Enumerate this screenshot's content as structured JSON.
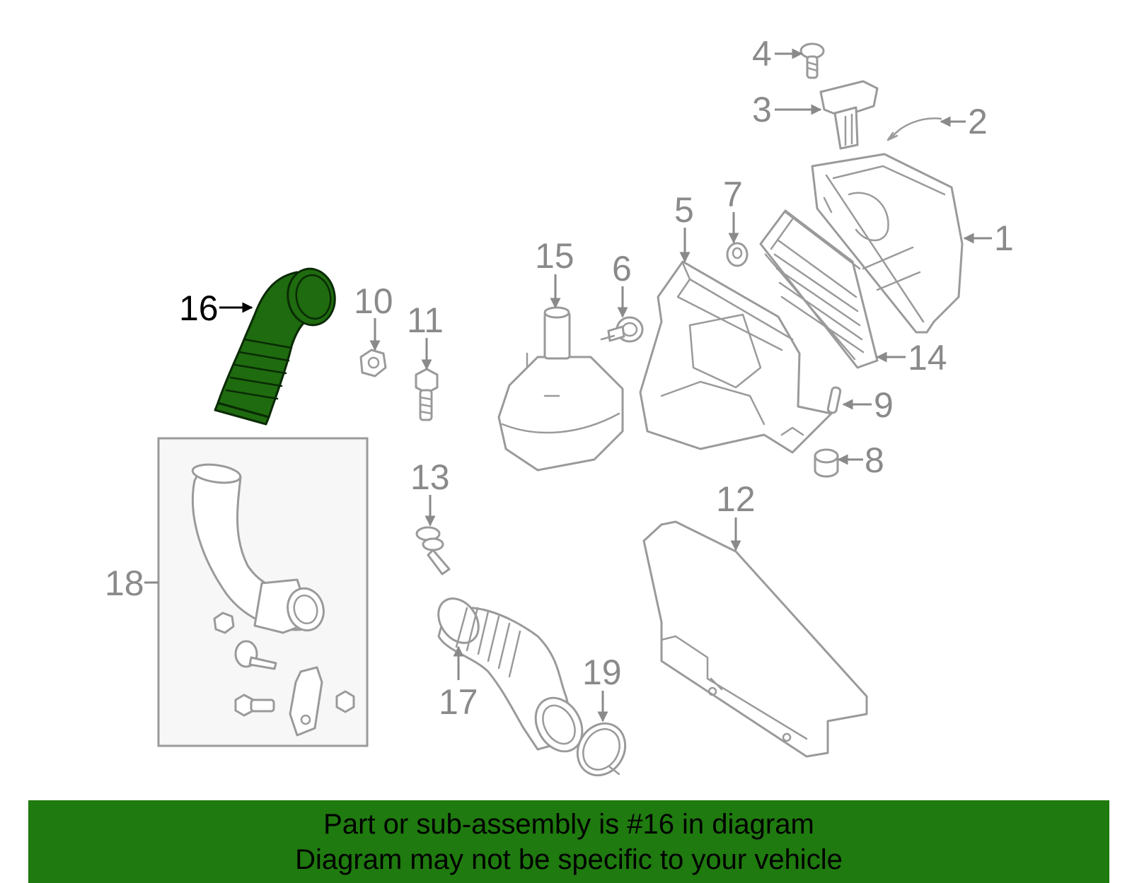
{
  "diagram": {
    "callouts": [
      "1",
      "2",
      "3",
      "4",
      "5",
      "6",
      "7",
      "8",
      "9",
      "10",
      "11",
      "12",
      "13",
      "14",
      "15",
      "16",
      "17",
      "18",
      "19"
    ],
    "highlighted_callout": "16",
    "colors": {
      "highlight_fill": "#1f6b0f",
      "part_stroke": "#9a9a9a",
      "banner": "#1f7a0f"
    }
  },
  "banner": {
    "line1": "Part or sub-assembly is #16 in diagram",
    "line2": "Diagram may not be specific to your vehicle"
  }
}
